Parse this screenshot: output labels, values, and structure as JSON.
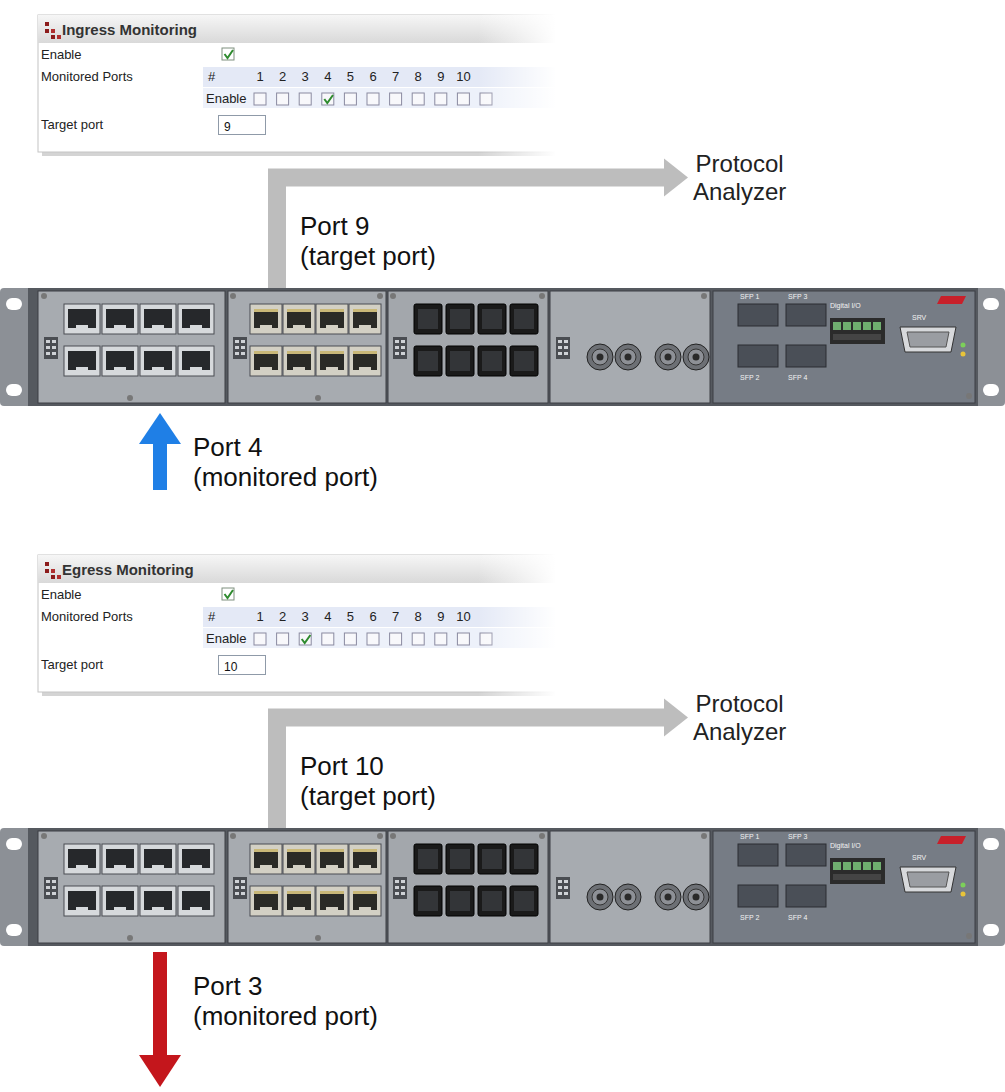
{
  "diagram": {
    "nodes": [
      {
        "text": [
          "Ingress Monitoring",
          "Enable",
          "Monitored Ports",
          "#",
          "1",
          "2",
          "3",
          "4",
          "5",
          "6",
          "7",
          "8",
          "9",
          "10",
          "Enable",
          "Target port"
        ]
      },
      {
        "text": [
          "9"
        ],
        "in": 0
      },
      {
        "text": [
          "Protocol Analyzer"
        ]
      },
      {
        "text": [
          "SFP 1",
          "SFP 3",
          "SFP 2",
          "SFP 4",
          "Digital I/O",
          "SRV"
        ]
      },
      {
        "text": [
          "Egress Monitoring",
          "Enable",
          "Monitored Ports",
          "#",
          "1",
          "2",
          "3",
          "4",
          "5",
          "6",
          "7",
          "8",
          "9",
          "10",
          "Enable",
          "Target port"
        ]
      },
      {
        "text": [
          "10"
        ],
        "in": 4
      },
      {
        "text": [
          "Protocol Analyzer"
        ]
      },
      {
        "text": [
          "SFP 1",
          "SFP 3",
          "SFP 2",
          "SFP 4",
          "Digital I/O",
          "SRV"
        ]
      }
    ],
    "edges": [
      {
        "from": 3,
        "to": 2,
        "arrow": "to",
        "label": "Port 9 (target port)"
      },
      {
        "from": 7,
        "to": 6,
        "arrow": "to",
        "label": "Port 10 (target port)"
      }
    ],
    "labels": [
      "Port 4 (monitored port)",
      "Port 3 (monitored port)"
    ]
  }
}
